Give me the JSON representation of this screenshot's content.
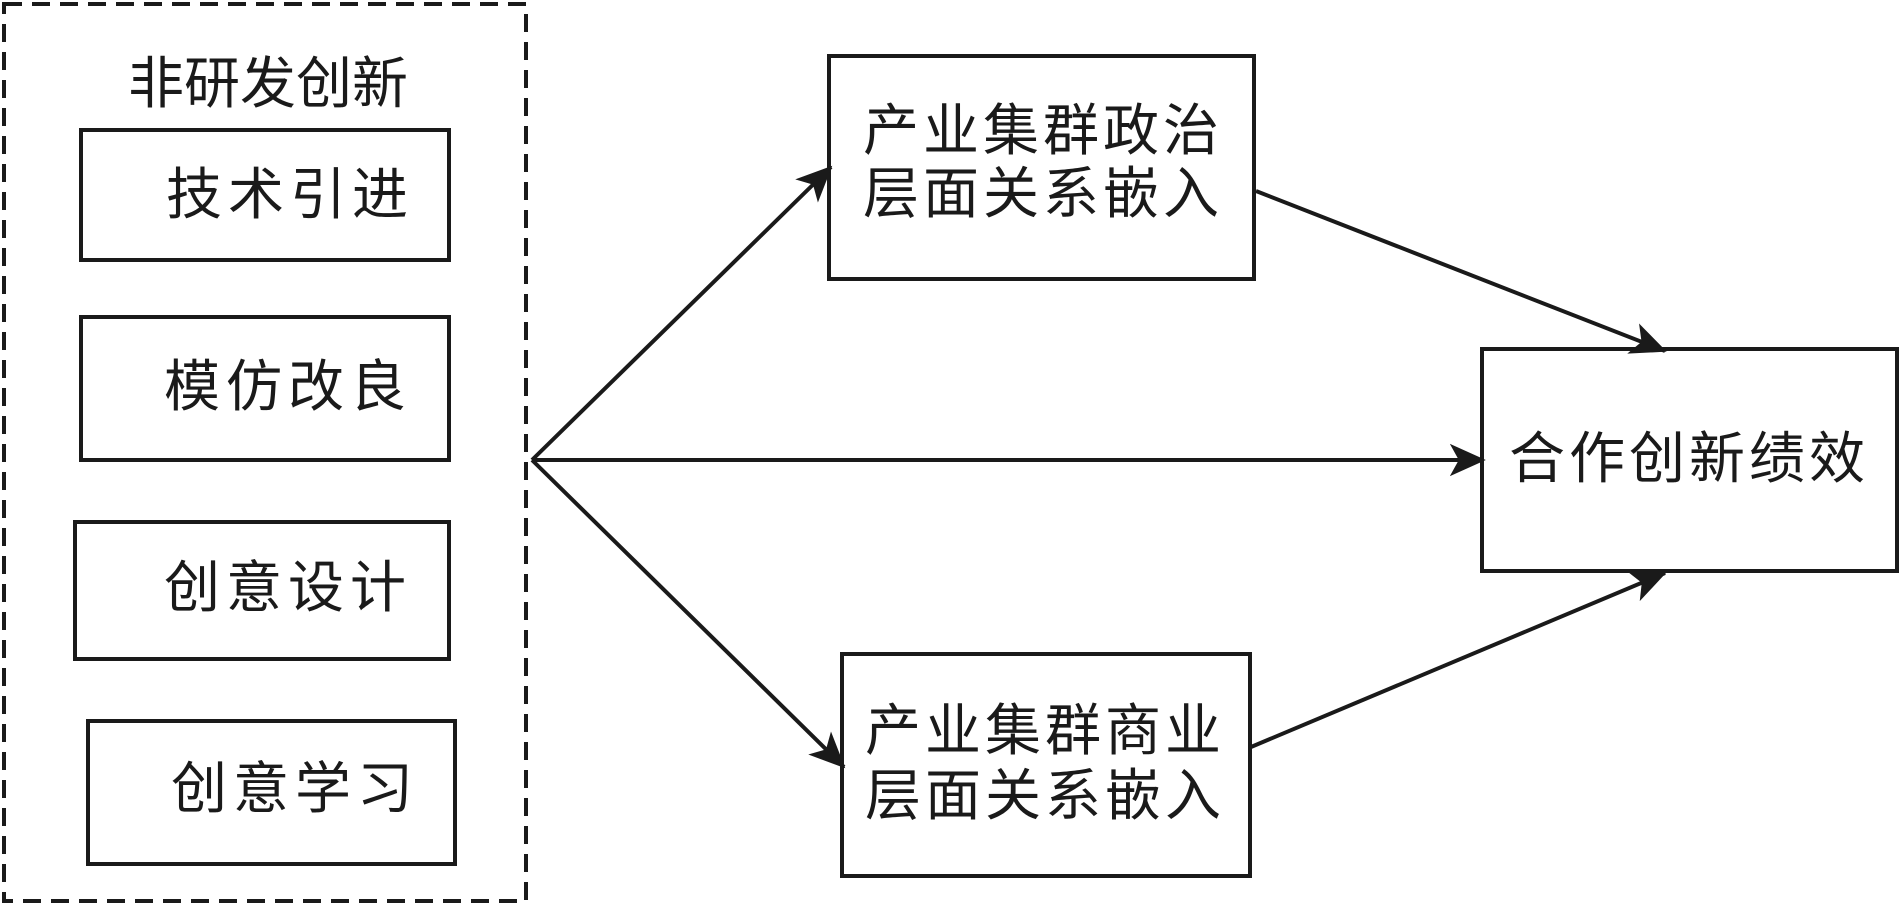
{
  "group": {
    "title": "非研发创新",
    "items": [
      "技术引进",
      "模仿改良",
      "创意设计",
      "创意学习"
    ]
  },
  "mediators": {
    "political": {
      "line1": "产业集群政治",
      "line2": "层面关系嵌入"
    },
    "business": {
      "line1": "产业集群商业",
      "line2": "层面关系嵌入"
    }
  },
  "outcome": {
    "label": "合作创新绩效"
  }
}
